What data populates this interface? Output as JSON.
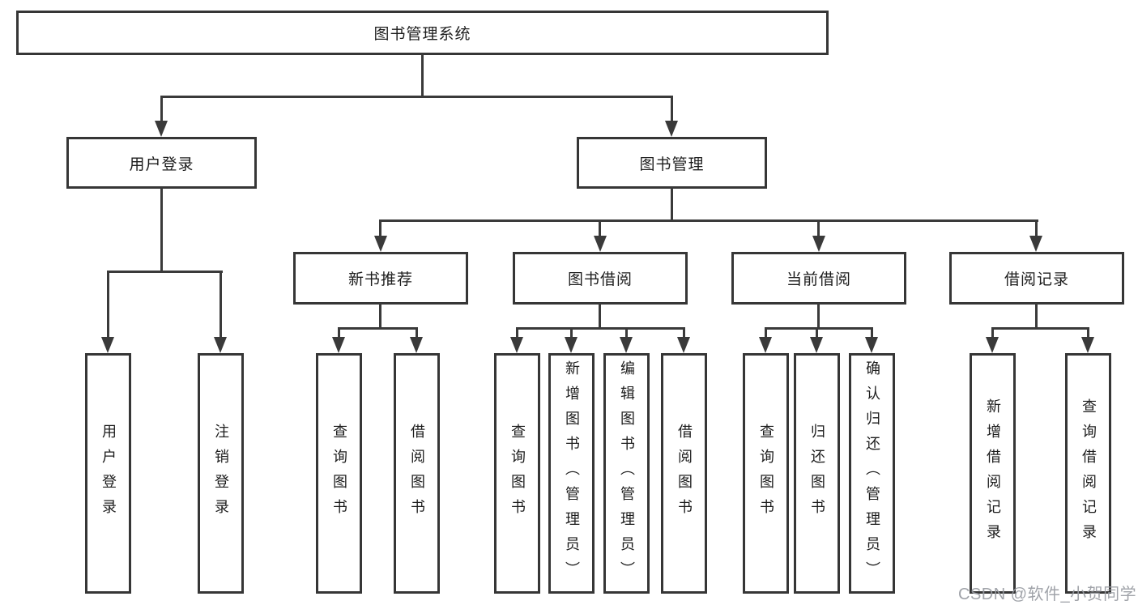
{
  "diagram": {
    "tree": {
      "label": "图书管理系统",
      "children": [
        {
          "label": "用户登录",
          "children": [
            {
              "label": "用户登录"
            },
            {
              "label": "注销登录"
            }
          ]
        },
        {
          "label": "图书管理",
          "children": [
            {
              "label": "新书推荐",
              "children": [
                {
                  "label": "查询图书"
                },
                {
                  "label": "借阅图书"
                }
              ]
            },
            {
              "label": "图书借阅",
              "children": [
                {
                  "label": "查询图书"
                },
                {
                  "label": "新增图书（管理员）"
                },
                {
                  "label": "编辑图书（管理员）"
                },
                {
                  "label": "借阅图书"
                }
              ]
            },
            {
              "label": "当前借阅",
              "children": [
                {
                  "label": "查询图书"
                },
                {
                  "label": "归还图书"
                },
                {
                  "label": "确认归还（管理员）"
                }
              ]
            },
            {
              "label": "借阅记录",
              "children": [
                {
                  "label": "新增借阅记录"
                },
                {
                  "label": "查询借阅记录"
                }
              ]
            }
          ]
        }
      ]
    },
    "watermark": {
      "text": "CSDN @软件_小贺同学"
    },
    "colors": {
      "line": "#3a3a3a",
      "border": "#363636",
      "text": "#1d1d1d",
      "watermark": "#989ba2",
      "background": "#ffffff"
    }
  }
}
